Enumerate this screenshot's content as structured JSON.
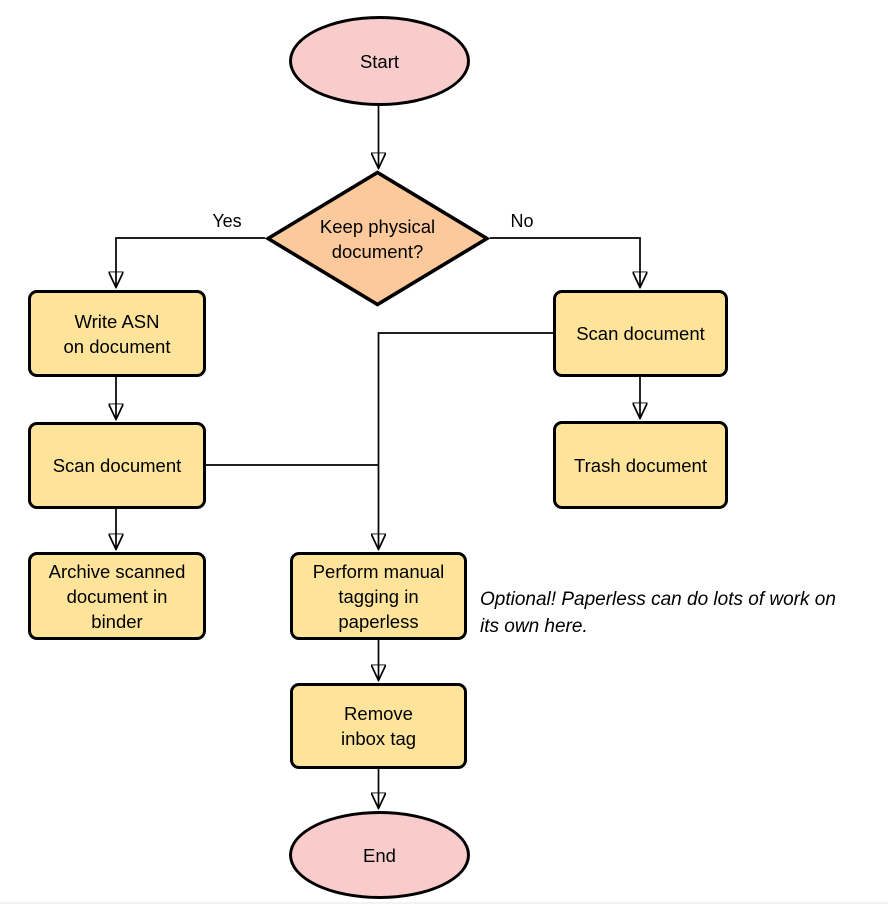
{
  "diagram_type": "flowchart",
  "nodes": {
    "start": {
      "shape": "ellipse",
      "label": "Start",
      "fill": "#f9cccc"
    },
    "decision": {
      "shape": "diamond",
      "label": "Keep physical\ndocument?",
      "fill": "#fbc99c"
    },
    "write_asn": {
      "shape": "rect",
      "label": "Write ASN\non document",
      "fill": "#fde49a"
    },
    "scan_left": {
      "shape": "rect",
      "label": "Scan document",
      "fill": "#fde49a"
    },
    "archive": {
      "shape": "rect",
      "label": "Archive scanned\ndocument in\nbinder",
      "fill": "#fde49a"
    },
    "scan_right": {
      "shape": "rect",
      "label": "Scan document",
      "fill": "#fde49a"
    },
    "trash": {
      "shape": "rect",
      "label": "Trash document",
      "fill": "#fde49a"
    },
    "tagging": {
      "shape": "rect",
      "label": "Perform manual\ntagging in\npaperless",
      "fill": "#fde49a"
    },
    "remove_inbox": {
      "shape": "rect",
      "label": "Remove\ninbox tag",
      "fill": "#fde49a"
    },
    "end": {
      "shape": "ellipse",
      "label": "End",
      "fill": "#f9cccc"
    }
  },
  "edge_labels": {
    "yes": "Yes",
    "no": "No"
  },
  "edges": [
    {
      "from": "start",
      "to": "decision",
      "label": ""
    },
    {
      "from": "decision",
      "to": "write_asn",
      "label": "Yes"
    },
    {
      "from": "decision",
      "to": "scan_right",
      "label": "No"
    },
    {
      "from": "write_asn",
      "to": "scan_left",
      "label": ""
    },
    {
      "from": "scan_left",
      "to": "archive",
      "label": ""
    },
    {
      "from": "scan_right",
      "to": "trash",
      "label": ""
    },
    {
      "from": "scan_right",
      "to": "tagging",
      "label": ""
    },
    {
      "from": "scan_left",
      "to": "tagging",
      "label": ""
    },
    {
      "from": "tagging",
      "to": "remove_inbox",
      "label": ""
    },
    {
      "from": "remove_inbox",
      "to": "end",
      "label": ""
    }
  ],
  "note": "Optional! Paperless can do lots of work on\nits own here.",
  "colors": {
    "terminal_fill": "#f9cccc",
    "decision_fill": "#fbc99c",
    "process_fill": "#fde49a",
    "stroke": "#000000",
    "text": "#000000",
    "bottom_divider": "#f1f2f6"
  }
}
